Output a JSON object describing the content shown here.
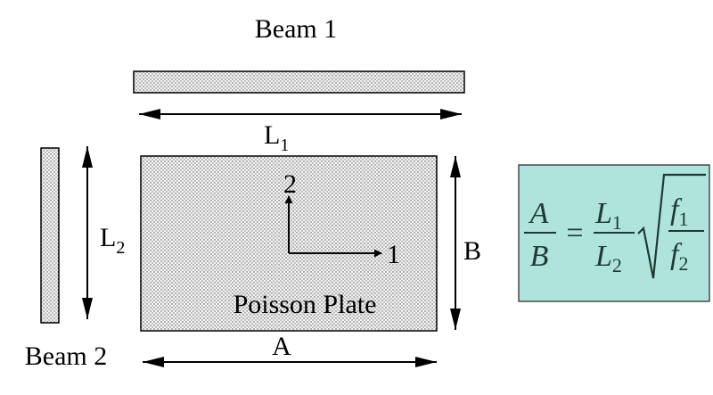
{
  "beam1": {
    "label": "Beam 1"
  },
  "beam2": {
    "label": "Beam 2"
  },
  "dimensions": {
    "L1": {
      "letter": "L",
      "sub": "1"
    },
    "L2": {
      "letter": "L",
      "sub": "2"
    },
    "A": "A",
    "B": "B"
  },
  "plate": {
    "label": "Poisson Plate",
    "axis_1": "1",
    "axis_2": "2"
  },
  "formula": {
    "lhs_num": "A",
    "lhs_den": "B",
    "equals": "=",
    "rhs_num_letter": "L",
    "rhs_num_sub": "1",
    "rhs_den_letter": "L",
    "rhs_den_sub": "2",
    "root_num_letter": "f",
    "root_num_sub": "1",
    "root_den_letter": "f",
    "root_den_sub": "2"
  },
  "colors": {
    "formula_background": "#aee4dc",
    "formula_text": "#1f3a35",
    "stroke": "#000000"
  }
}
